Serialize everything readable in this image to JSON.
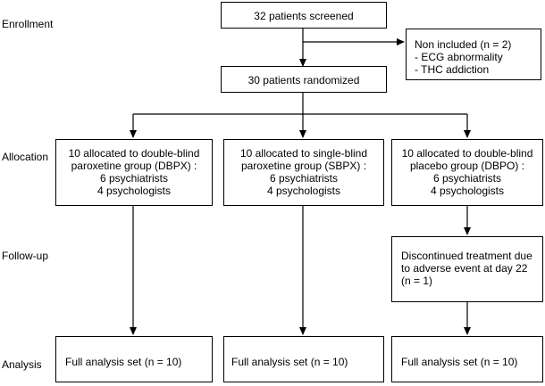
{
  "stages": {
    "enrollment": "Enrollment",
    "allocation": "Allocation",
    "followup": "Follow-up",
    "analysis": "Analysis"
  },
  "screened": "32 patients screened",
  "excluded": {
    "title": "Non included (n = 2)",
    "reasons": [
      "- ECG abnormality",
      "- THC addiction"
    ]
  },
  "randomized": "30 patients randomized",
  "groups": [
    {
      "allocation": [
        "10 allocated to double-blind",
        "paroxetine group (DBPX)  :",
        "6 psychiatrists",
        "4 psychologists"
      ],
      "analysis": "Full analysis set (n = 10)"
    },
    {
      "allocation": [
        "10 allocated to single-blind",
        "paroxetine group (SBPX)  :",
        "6 psychiatrists",
        "4 psychologists"
      ],
      "analysis": "Full analysis set (n = 10)"
    },
    {
      "allocation": [
        "10 allocated to double-blind",
        "placebo group (DBPO)  :",
        "6 psychiatrists",
        "4 psychologists"
      ],
      "followup": [
        "Discontinued treatment due",
        "to adverse event at day 22",
        "(n = 1)"
      ],
      "analysis": "Full analysis set (n = 10)"
    }
  ]
}
